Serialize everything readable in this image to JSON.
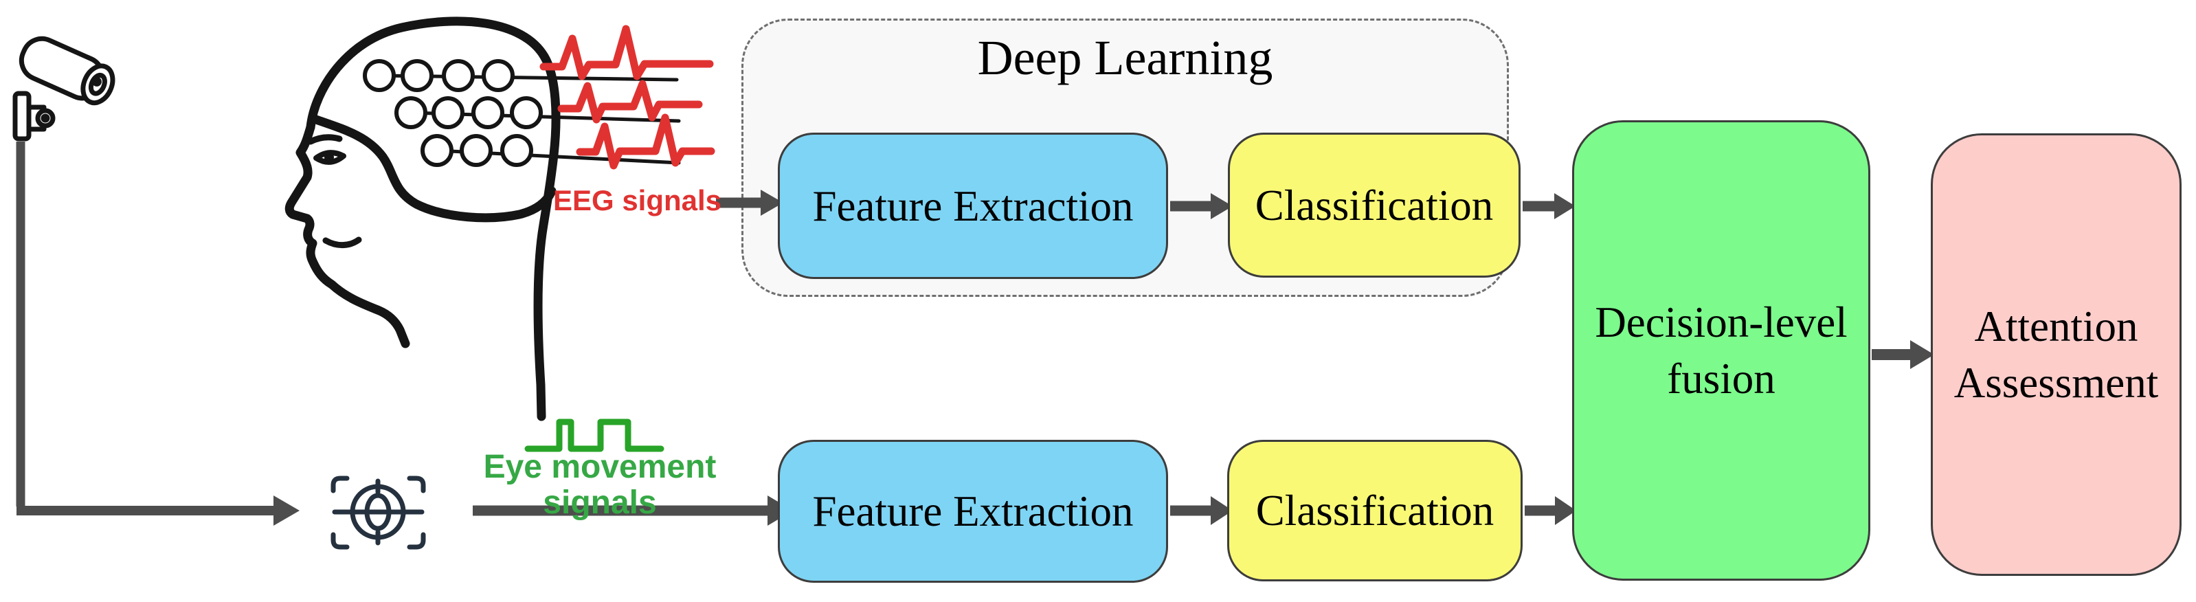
{
  "figure": {
    "deep_learning_container": {
      "title": "Deep Learning",
      "fill": "#f8f8f8",
      "border": "#6f6f6f",
      "border_style": "dashed"
    },
    "eeg_branch": {
      "source_icon": "head-with-eeg-electrode-cap",
      "waveform_icon": "eeg-waveforms",
      "waveform_color": "#e03331",
      "signal_label": "EEG signals",
      "signal_label_color": "#e03331",
      "feature_extraction_label": "Feature Extraction",
      "classification_label": "Classification"
    },
    "eye_branch": {
      "source_icon": "surveillance-camera",
      "tracker_icon": "eye-tracker",
      "waveform_icon": "square-wave",
      "waveform_color": "#28a428",
      "signal_label": "Eye movement signals",
      "signal_label_color": "#36a845",
      "feature_extraction_label": "Feature Extraction",
      "classification_label": "Classification"
    },
    "fusion_node": {
      "line1": "Decision-level",
      "line2": "fusion",
      "fill": "#7cfa8c"
    },
    "assessment_node": {
      "line1": "Attention",
      "line2": "Assessment",
      "fill": "#fdcdca"
    },
    "node_fills": {
      "feature_extraction": "#7ed4f4",
      "classification": "#f9f976"
    },
    "arrow_color": "#4d4d4d",
    "sketch_color": "#151515"
  }
}
